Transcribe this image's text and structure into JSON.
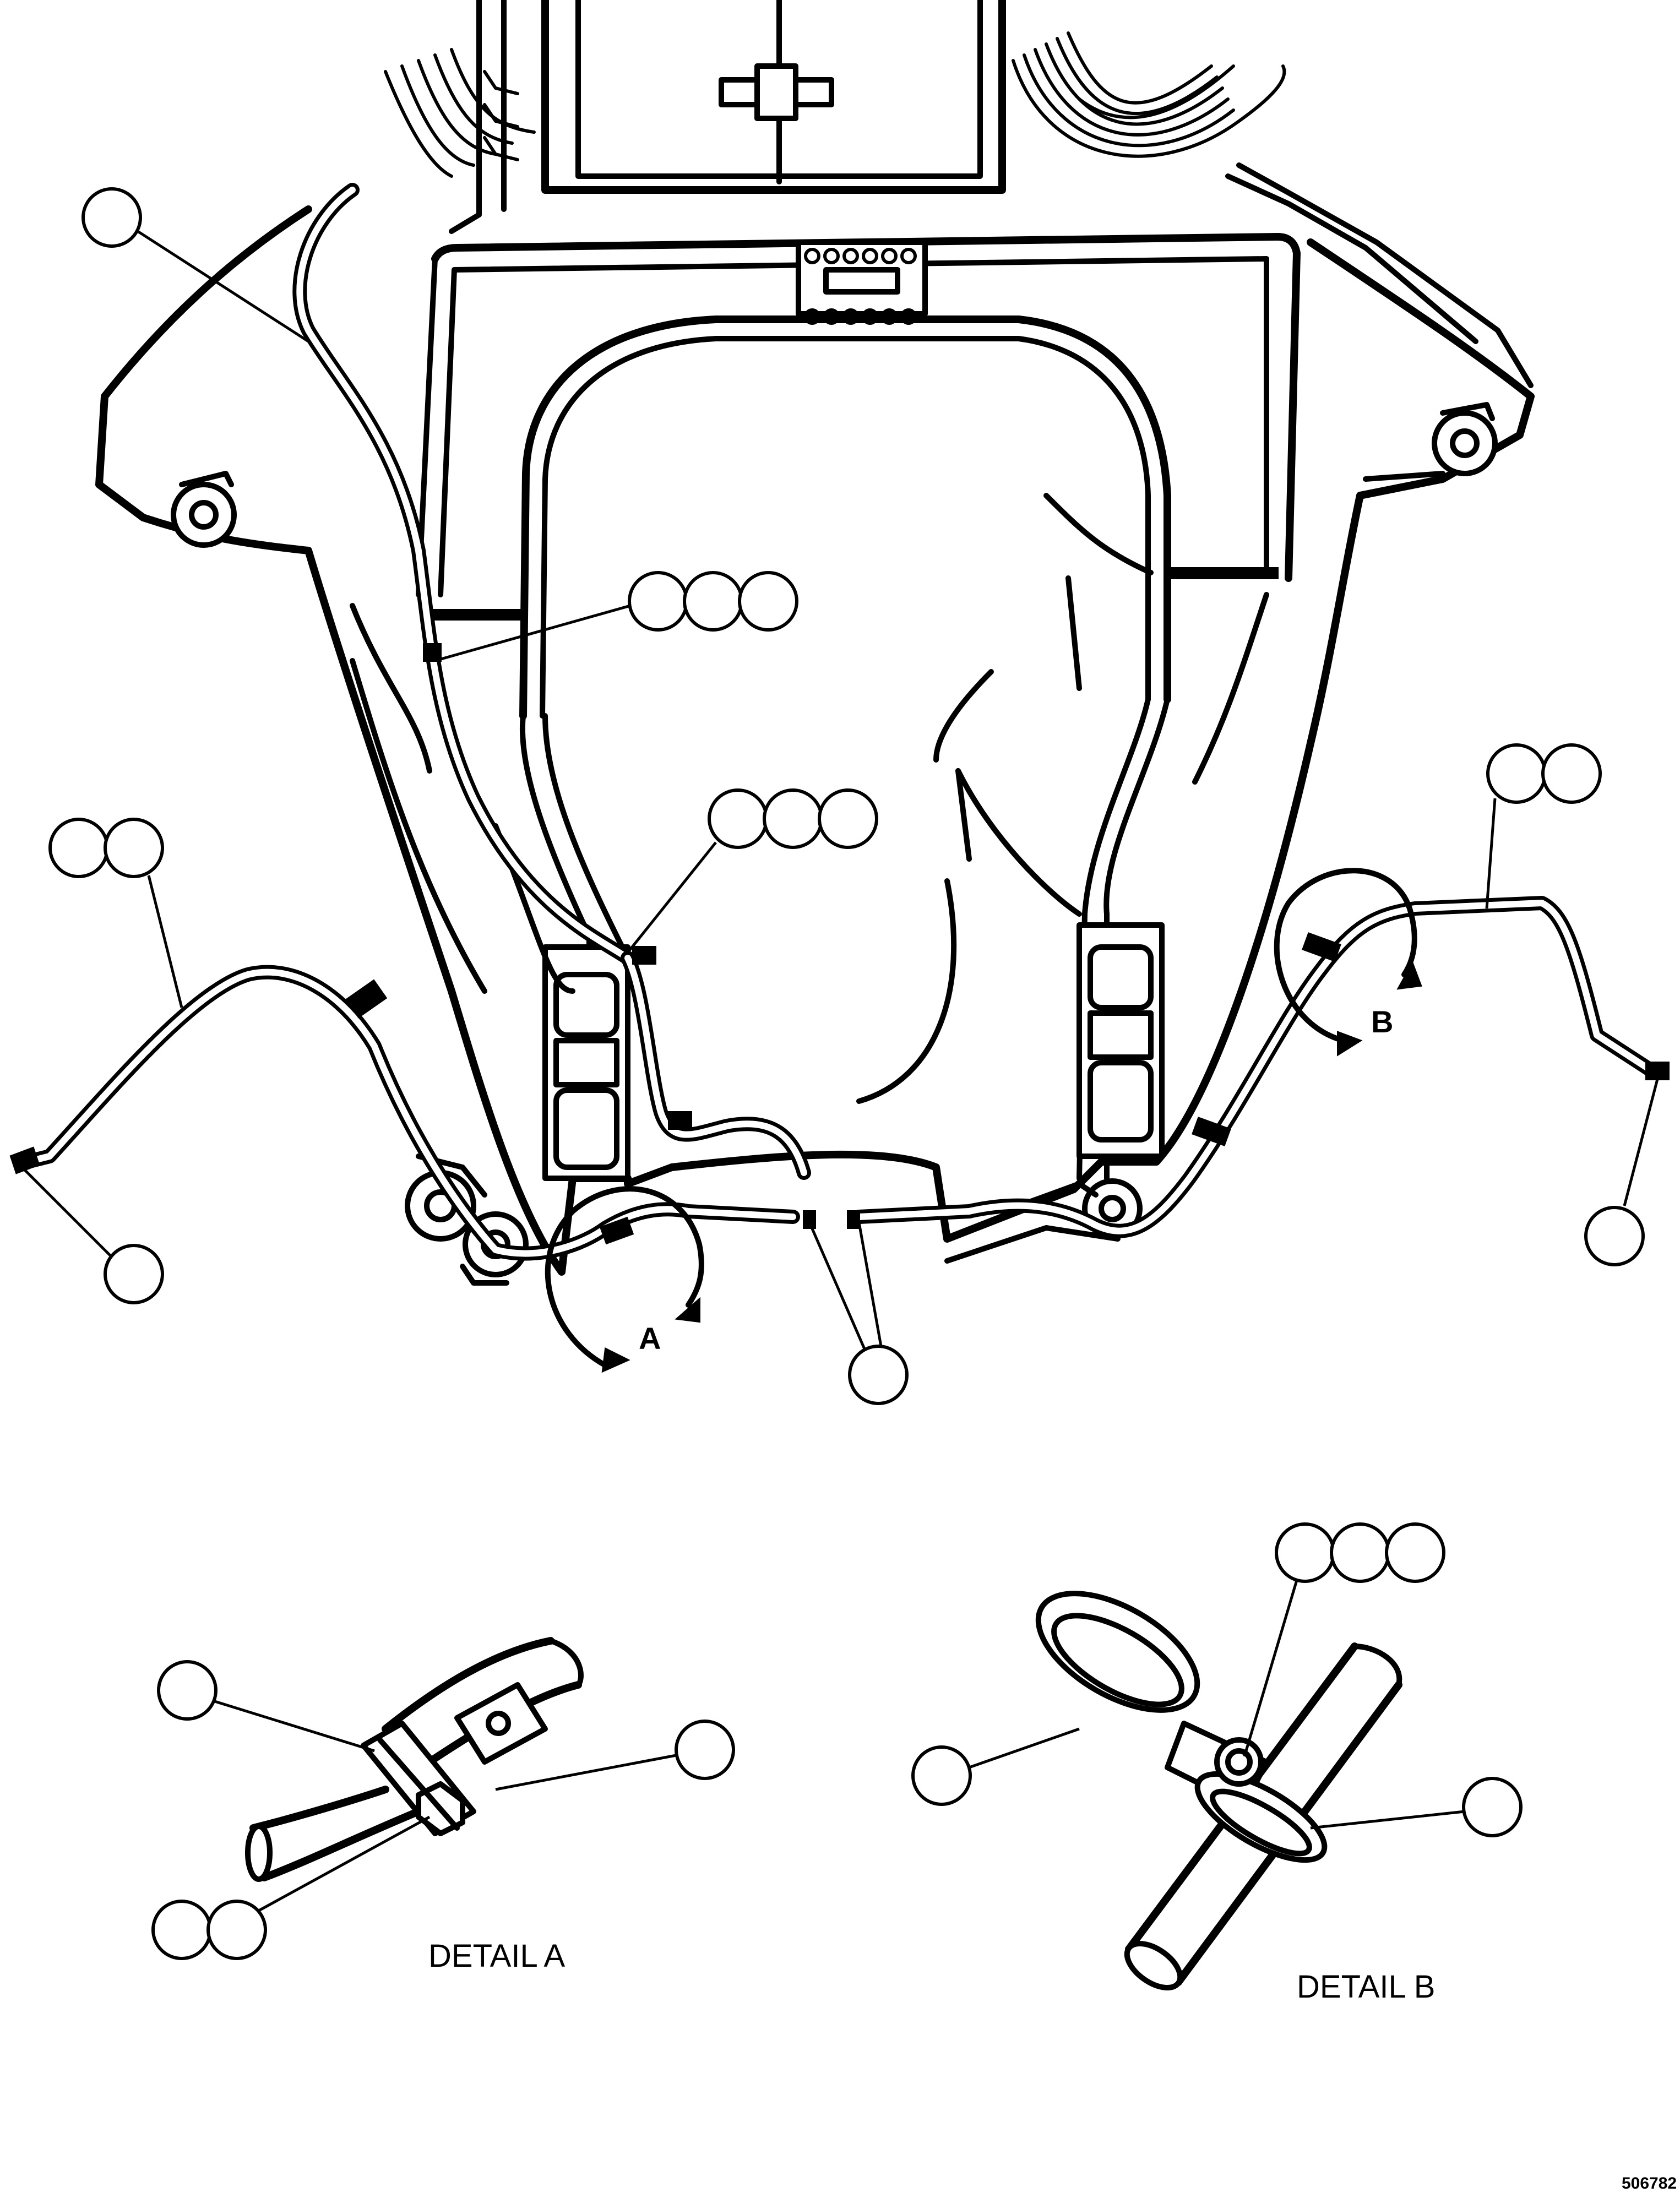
{
  "detail_markers": {
    "a": "A",
    "b": "B"
  },
  "detail_captions": {
    "a": "DETAIL A",
    "b": "DETAIL B"
  },
  "drawing_ref": "506782"
}
